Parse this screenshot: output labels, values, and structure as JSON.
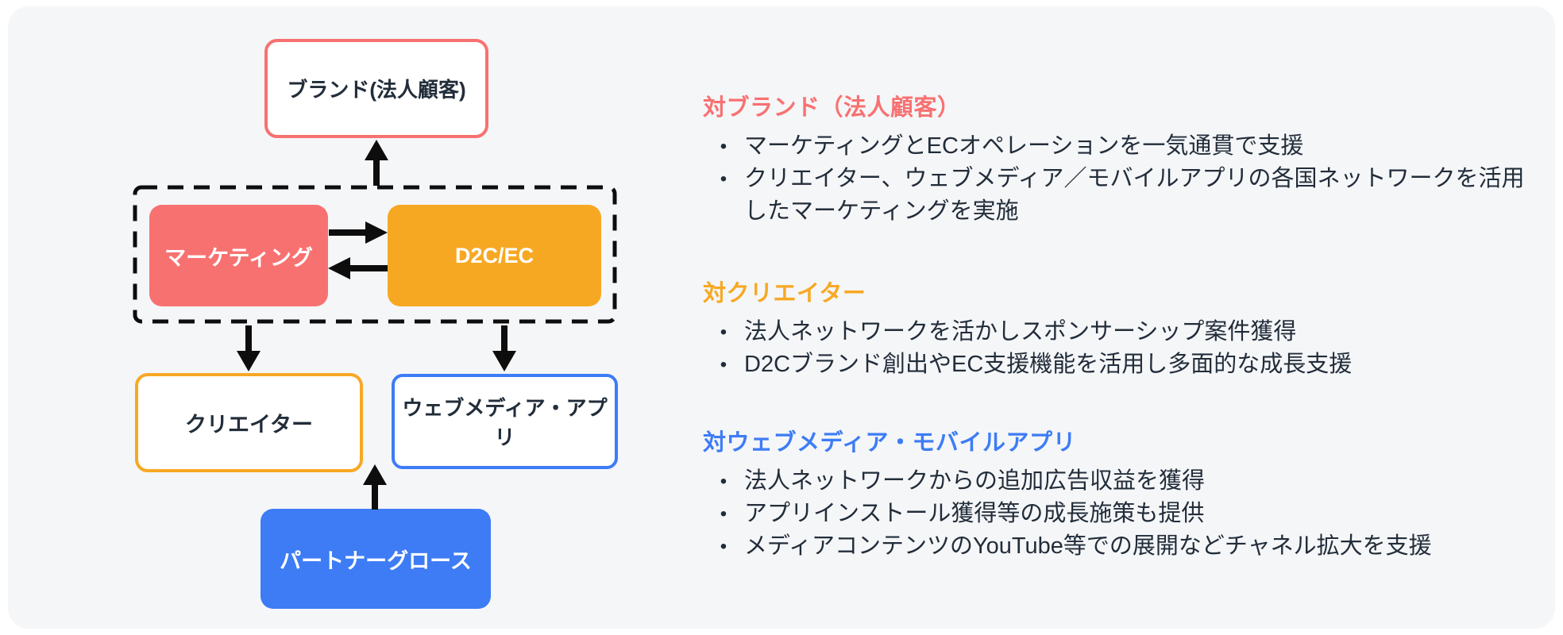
{
  "ui": {
    "bullet": "•"
  },
  "colors": {
    "card_background": "#F5F6F8",
    "salmon": "#F87171",
    "orange": "#F7A823",
    "blue": "#3D7CF5",
    "dark_text": "#222D3A",
    "arrow_black": "#0d0d0d"
  },
  "diagram": {
    "brand": "ブランド(法人顧客)",
    "marketing": "マーケティング",
    "d2c_ec": "D2C/EC",
    "creator": "クリエイター",
    "web_media": "ウェブメディア・アプリ",
    "partner_growth": "パートナーグロース"
  },
  "sections": [
    {
      "heading": "対ブランド（法人顧客）",
      "accent": "#F87171",
      "bullets": [
        "マーケティングとECオペレーションを一気通貫で支援",
        "クリエイター、ウェブメディア／モバイルアプリの各国ネットワークを活用したマーケティングを実施"
      ]
    },
    {
      "heading": "対クリエイター",
      "accent": "#F7A823",
      "bullets": [
        "法人ネットワークを活かしスポンサーシップ案件獲得",
        "D2Cブランド創出やEC支援機能を活用し多面的な成長支援"
      ]
    },
    {
      "heading": "対ウェブメディア・モバイルアプリ",
      "accent": "#3D7CF5",
      "bullets": [
        "法人ネットワークからの追加広告収益を獲得",
        "アプリインストール獲得等の成長施策も提供",
        "メディアコンテンツのYouTube等での展開などチャネル拡大を支援"
      ]
    }
  ]
}
